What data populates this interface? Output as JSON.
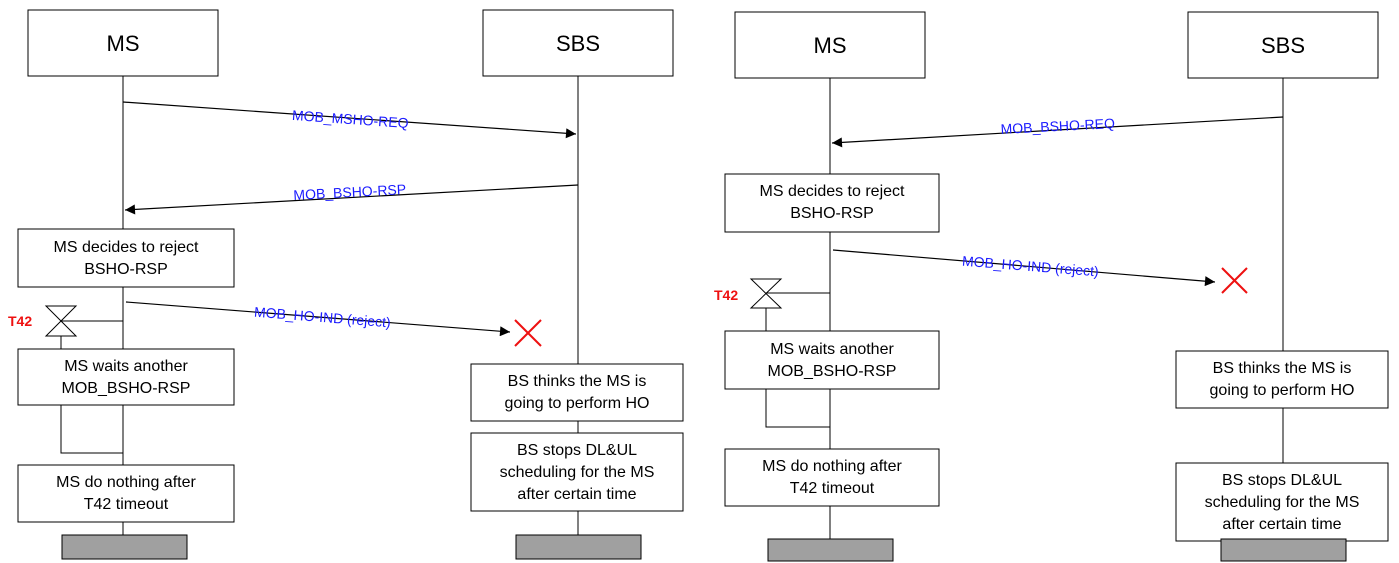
{
  "left": {
    "entity_ms": "MS",
    "entity_sbs": "SBS",
    "msg1": "MOB_MSHO-REQ",
    "msg2": "MOB_BSHO-RSP",
    "note_reject": [
      "MS decides to reject",
      "BSHO-RSP"
    ],
    "msg3": "MOB_HO-IND (reject)",
    "timer": "T42",
    "note_wait": [
      "MS waits another",
      "MOB_BSHO-RSP"
    ],
    "note_bs_thinks": [
      "BS thinks the MS is",
      "going to perform HO"
    ],
    "note_bs_stops": [
      "BS stops DL&UL",
      "scheduling for the MS",
      "after certain time"
    ],
    "note_nothing": [
      "MS do nothing after",
      "T42 timeout"
    ]
  },
  "right": {
    "entity_ms": "MS",
    "entity_sbs": "SBS",
    "msg1": "MOB_BSHO-REQ",
    "note_reject": [
      "MS decides to reject",
      "BSHO-RSP"
    ],
    "msg2": "MOB_HO-IND (reject)",
    "timer": "T42",
    "note_wait": [
      "MS waits another",
      "MOB_BSHO-RSP"
    ],
    "note_nothing": [
      "MS do nothing after",
      "T42 timeout"
    ],
    "note_bs_thinks": [
      "BS thinks the MS is",
      "going to perform HO"
    ],
    "note_bs_stops": [
      "BS stops DL&UL",
      "scheduling for the MS",
      "after certain time"
    ]
  },
  "colors": {
    "message_text": "#1a1aff",
    "timer_text": "#ee1111",
    "lost_marker": "#ee1111",
    "end_bar": "#a0a0a0"
  }
}
